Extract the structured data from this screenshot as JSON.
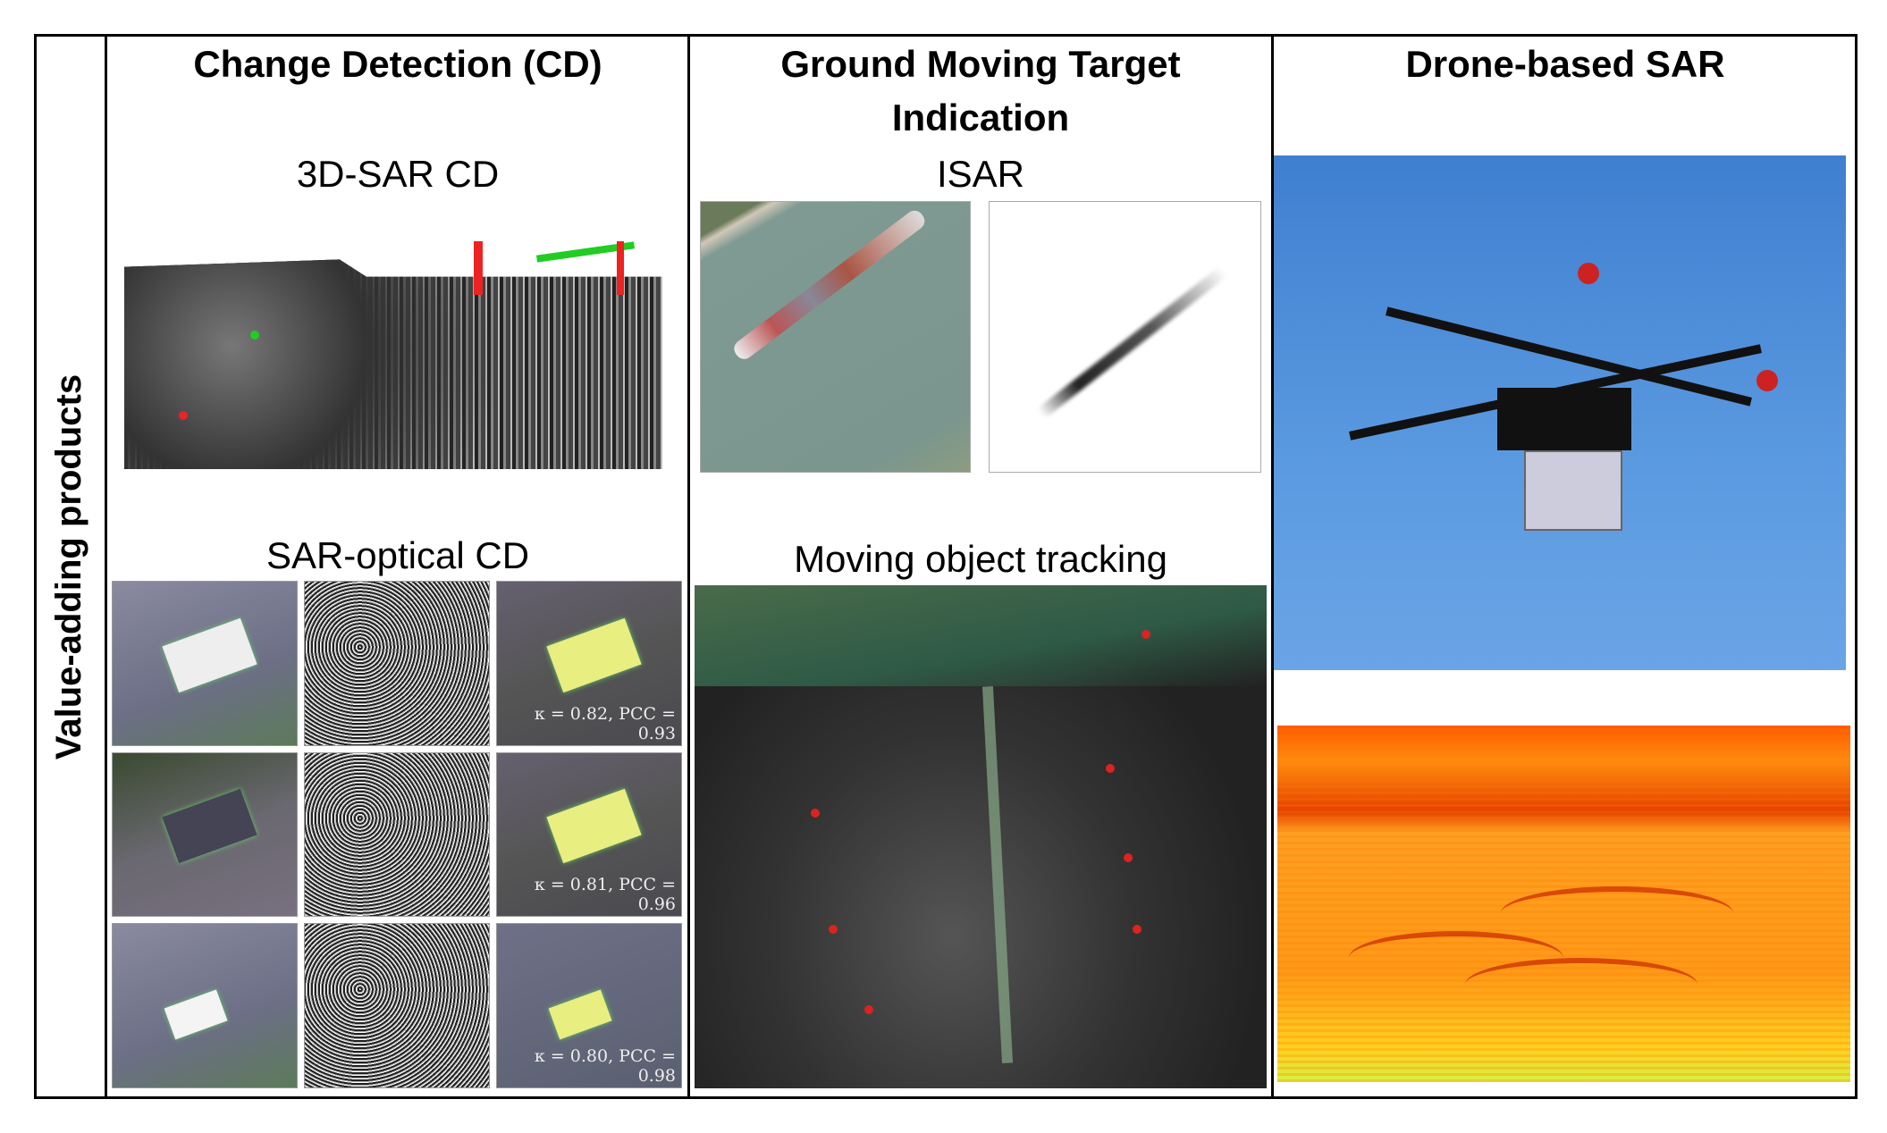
{
  "side_label": "Value-adding products",
  "columns": {
    "cd": {
      "title": "Change Detection (CD)",
      "sub1": "3D-SAR CD",
      "sub2": "SAR-optical CD",
      "metrics": [
        "κ = 0.82, PCC = 0.93",
        "κ = 0.81, PCC = 0.96",
        "κ = 0.80, PCC = 0.98"
      ]
    },
    "gmti": {
      "title_line1": "Ground Moving Target",
      "title_line2": "Indication",
      "sub1": "ISAR",
      "sub2": "Moving object tracking"
    },
    "drone": {
      "title": "Drone-based SAR"
    }
  }
}
